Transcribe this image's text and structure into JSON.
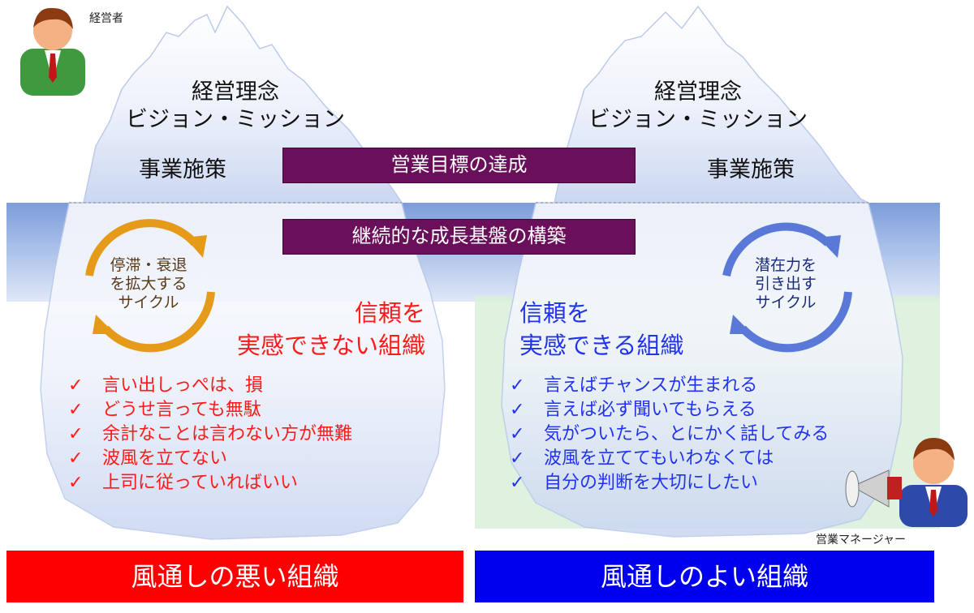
{
  "left": {
    "title1": "経営理念",
    "title2": "ビジョン・ミッション",
    "measures": "事業施策",
    "cycle": [
      "停滞・衰退",
      "を拡大する",
      "サイクル"
    ],
    "trust1": "信頼を",
    "trust2": "実感できない組織",
    "items": [
      "言い出しっぺは、損",
      "どうせ言っても無駄",
      "余計なことは言わない方が無難",
      "波風を立てない",
      "上司に従っていればいい"
    ],
    "bottom": "風通しの悪い組織",
    "person": "経営者"
  },
  "right": {
    "title1": "経営理念",
    "title2": "ビジョン・ミッション",
    "measures": "事業施策",
    "cycle": [
      "潜在力を",
      "引き出す",
      "サイクル"
    ],
    "trust1": "信頼を",
    "trust2": "実感できる組織",
    "items": [
      "言えばチャンスが生まれる",
      "言えば必ず聞いてもらえる",
      "気がついたら、とにかく話してみる",
      "波風を立ててもいわなくては",
      "自分の判断を大切にしたい"
    ],
    "bottom": "風通しのよい組織",
    "person": "営業マネージャー"
  },
  "center": {
    "goal": "営業目標の達成",
    "foundation": "継続的な成長基盤の構築"
  },
  "checkmark": "✓",
  "colors": {
    "bad": "#ff0000",
    "good": "#0000ee",
    "purple": "#6a0f5a"
  }
}
